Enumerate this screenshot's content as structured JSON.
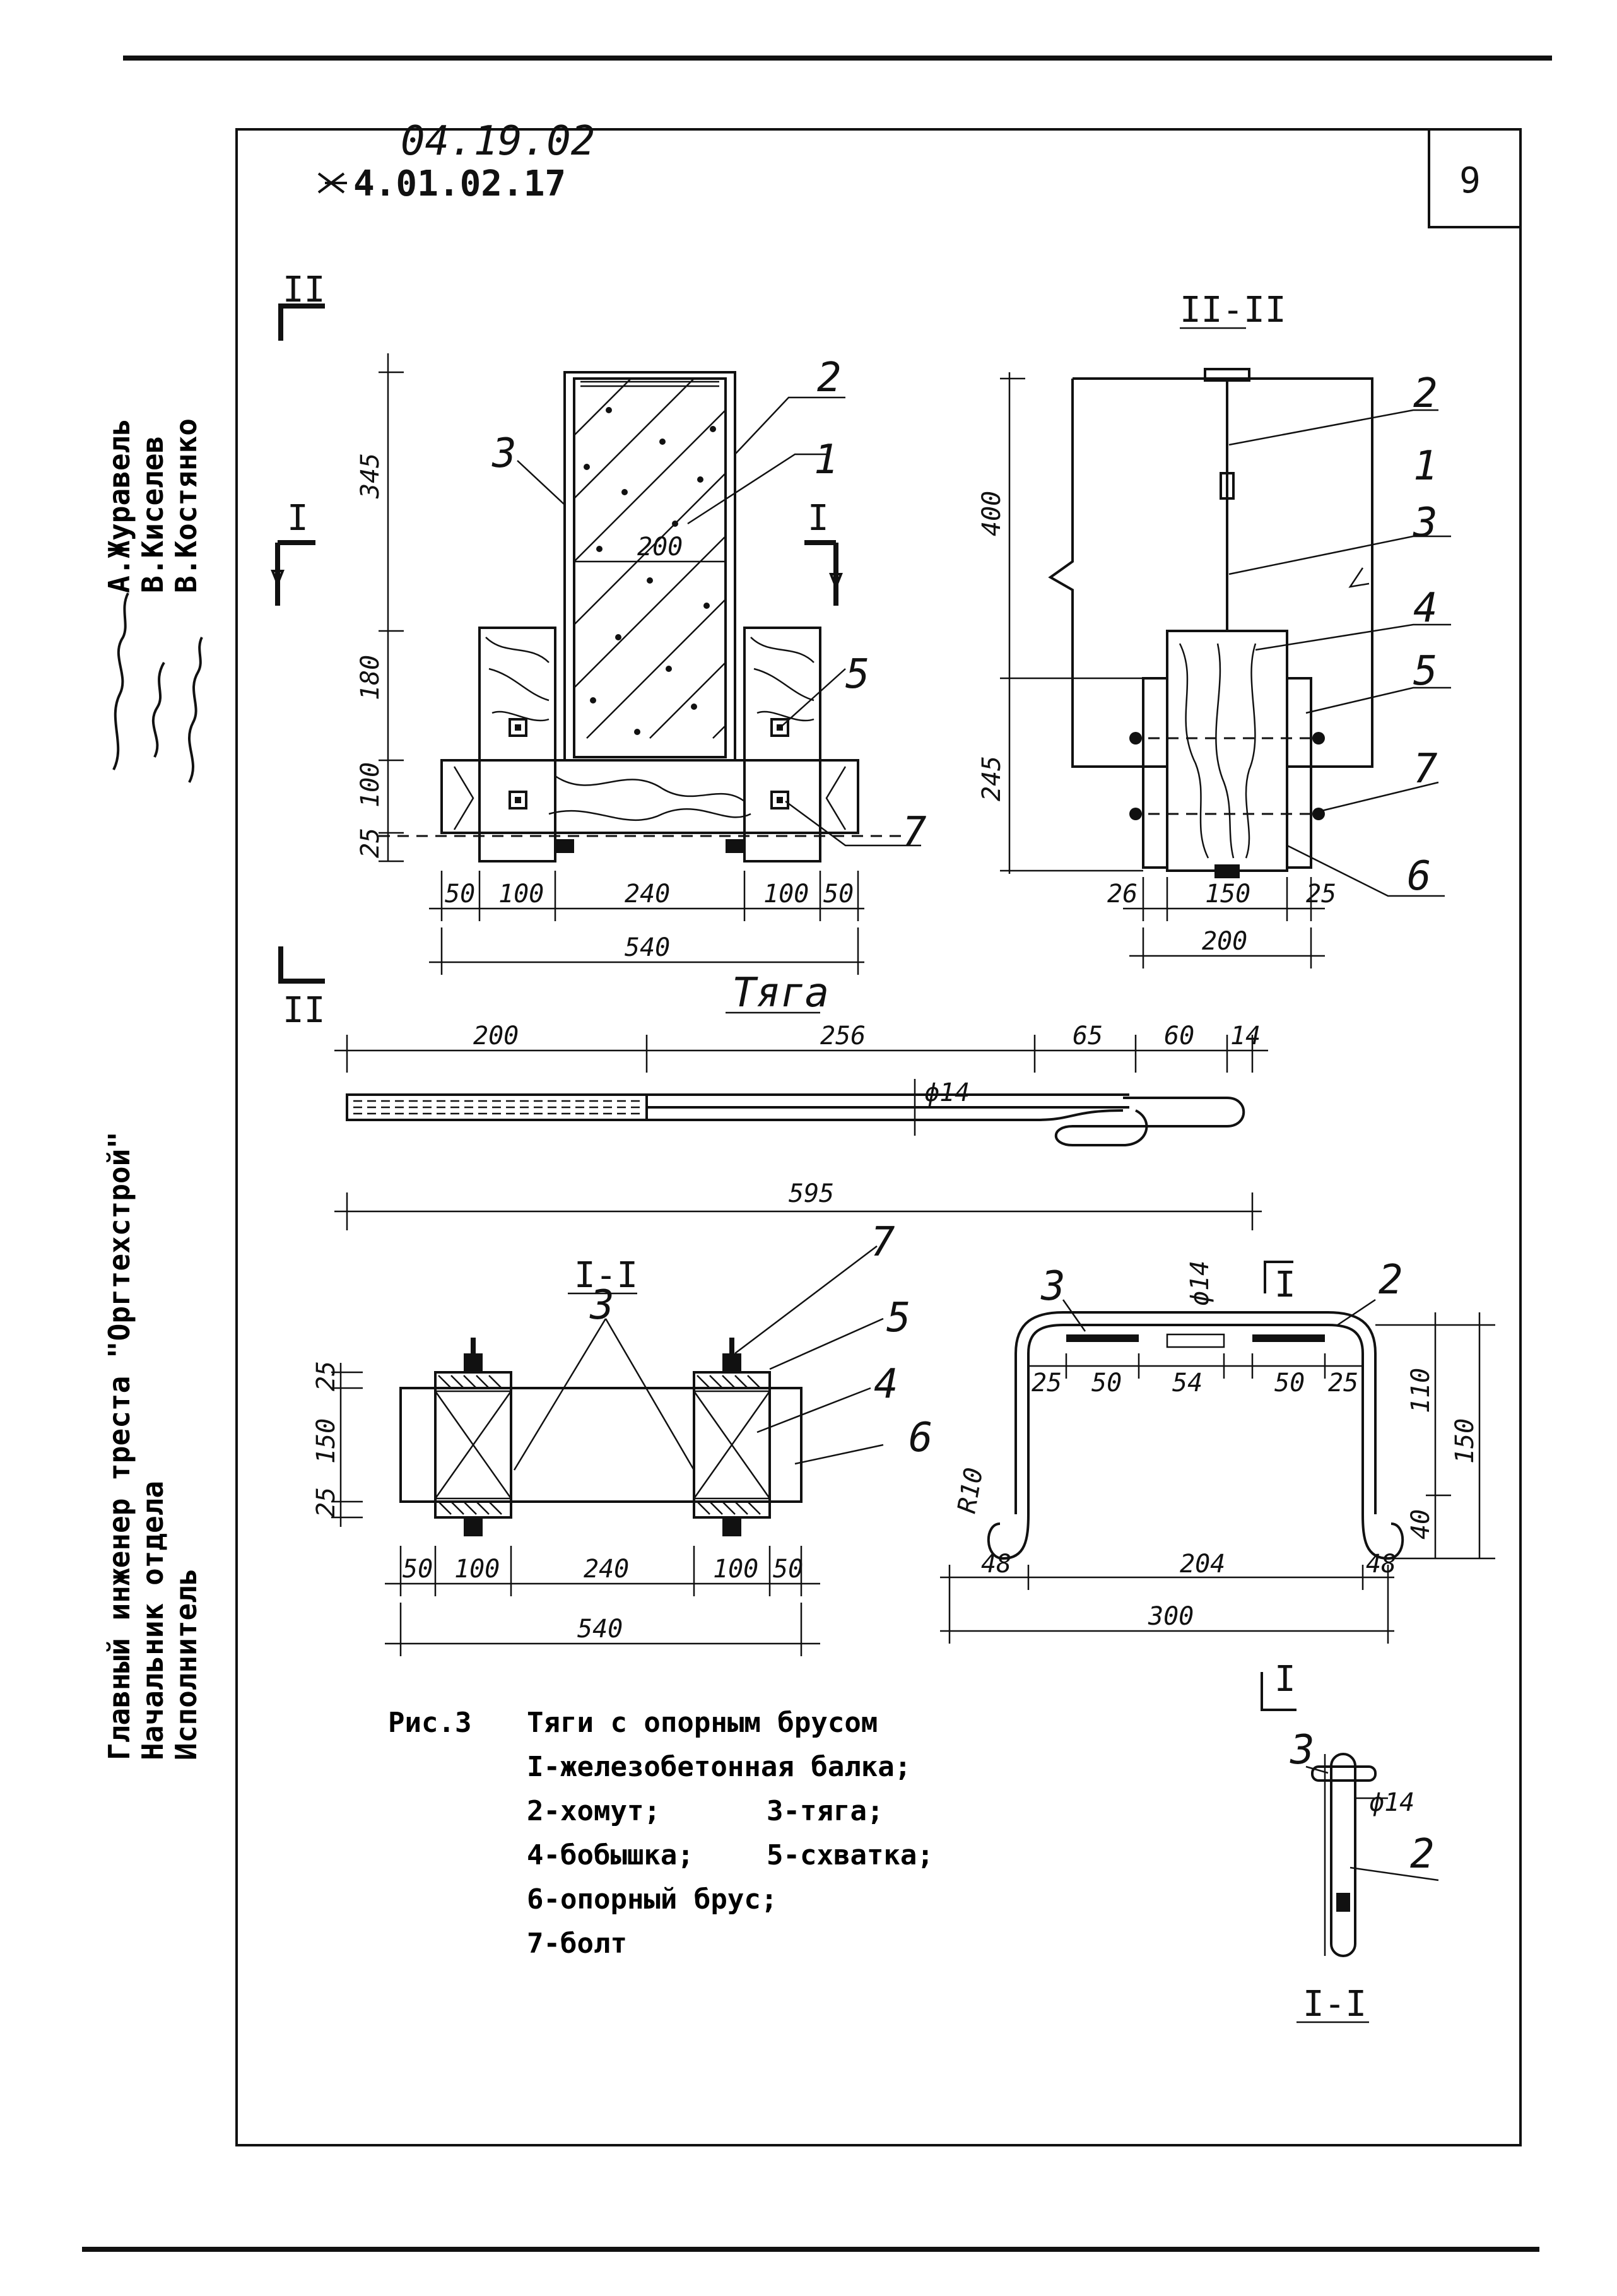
{
  "header": {
    "doc_code_handwritten": "04.19.02",
    "doc_code_printed": "4.01.02.17",
    "page_number": "9"
  },
  "side_block": {
    "organization_line": "Главный инженер треста \"Оргтехстрой\"",
    "roles": [
      "Главный инженер треста \"Оргтехстрой\"",
      "Начальник отдела",
      "Исполнитель"
    ],
    "names": [
      "А.Журавель",
      "В.Киселев",
      "В.Костянко"
    ]
  },
  "front_view": {
    "section_marks": [
      "II",
      "II",
      "I",
      "I"
    ],
    "dims_vertical": [
      "345",
      "180",
      "100",
      "25"
    ],
    "dims_horizontal": [
      "50",
      "100",
      "240",
      "100",
      "50"
    ],
    "dim_total": "540",
    "inner_dim": "200",
    "labels": [
      "2",
      "3",
      "1",
      "5",
      "7"
    ]
  },
  "section_II": {
    "title": "II-II",
    "dims_vertical": [
      "400",
      "245"
    ],
    "dims_horizontal": [
      "26",
      "150",
      "25"
    ],
    "dim_total": "200",
    "labels": [
      "2",
      "1",
      "3",
      "4",
      "5",
      "7",
      "6"
    ]
  },
  "rod": {
    "title": "Тяга",
    "dims": [
      "200",
      "256",
      "65",
      "60",
      "14"
    ],
    "diameter": "ϕ14",
    "dim_total": "595"
  },
  "section_I": {
    "title": "I-I",
    "dims_vertical": [
      "25",
      "150",
      "25"
    ],
    "dims_horizontal": [
      "50",
      "100",
      "240",
      "100",
      "50"
    ],
    "dim_total": "540",
    "labels": [
      "3",
      "7",
      "5",
      "4",
      "6"
    ]
  },
  "clamp": {
    "section_mark": "I",
    "labels": [
      "3",
      "2"
    ],
    "diameter": "ϕ14",
    "dims_top": [
      "25",
      "50",
      "54",
      "50",
      "25"
    ],
    "dims_vertical": [
      "110",
      "150",
      "40"
    ],
    "radius": "R10",
    "dims_bottom": [
      "48",
      "204",
      "48"
    ],
    "dim_total": "300"
  },
  "small_section": {
    "section_mark": "I",
    "labels": [
      "3",
      "2"
    ],
    "diameter": "ϕ14",
    "title": "I-I"
  },
  "caption": {
    "figure": "Рис.3",
    "title": "Тяги с опорным брусом",
    "items": [
      "I-железобетонная балка;",
      "2-хомут;",
      "3-тяга;",
      "4-бобышка;",
      "5-схватка;",
      "6-опорный брус;",
      "7-болт"
    ]
  }
}
